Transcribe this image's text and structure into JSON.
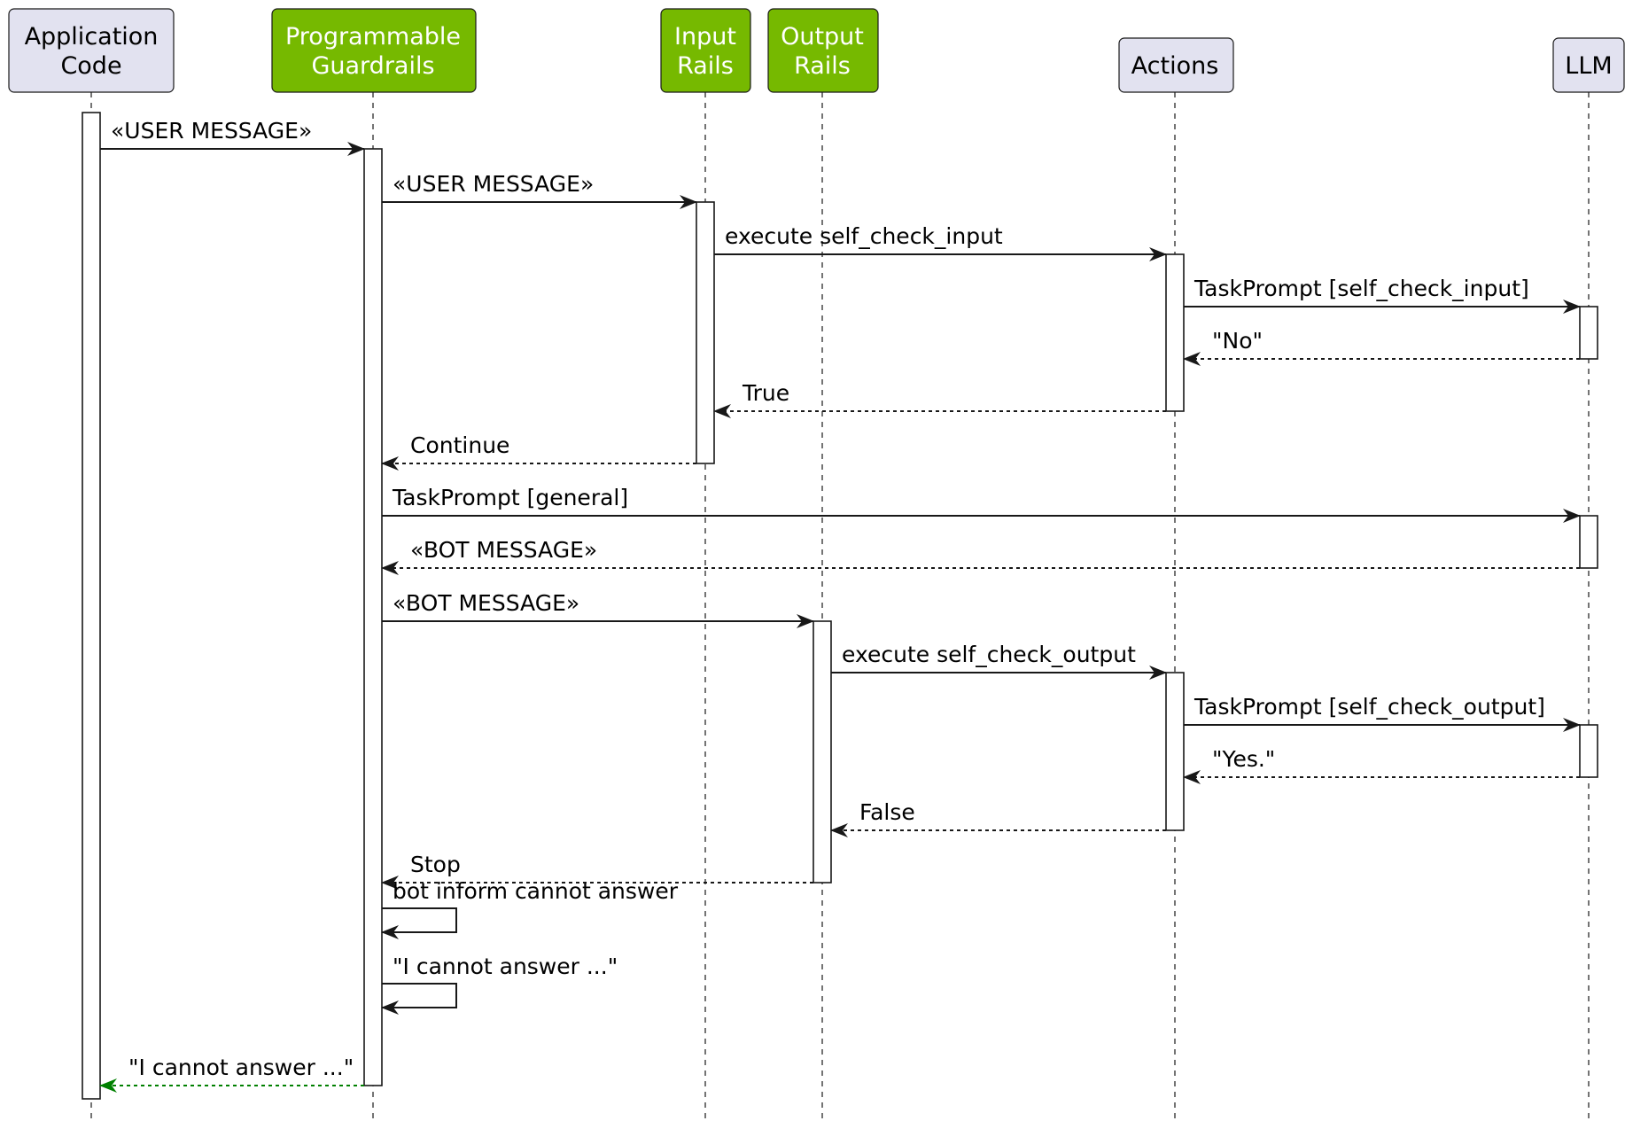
{
  "diagram": {
    "participants": [
      {
        "id": "app",
        "lines": [
          "Application",
          "Code"
        ],
        "fill": "#E2E2F0",
        "text_color": "#000000"
      },
      {
        "id": "guardrails",
        "lines": [
          "Programmable",
          "Guardrails"
        ],
        "fill": "#76B900",
        "text_color": "#FFFFFF"
      },
      {
        "id": "input",
        "lines": [
          "Input",
          "Rails"
        ],
        "fill": "#76B900",
        "text_color": "#FFFFFF"
      },
      {
        "id": "output",
        "lines": [
          "Output",
          "Rails"
        ],
        "fill": "#76B900",
        "text_color": "#FFFFFF"
      },
      {
        "id": "actions",
        "lines": [
          "Actions"
        ],
        "fill": "#E2E2F0",
        "text_color": "#000000"
      },
      {
        "id": "llm",
        "lines": [
          "LLM"
        ],
        "fill": "#E2E2F0",
        "text_color": "#000000"
      }
    ],
    "messages": [
      {
        "from": "app",
        "to": "guardrails",
        "label": "«USER MESSAGE»",
        "style": "solid"
      },
      {
        "from": "guardrails",
        "to": "input",
        "label": "«USER MESSAGE»",
        "style": "solid"
      },
      {
        "from": "input",
        "to": "actions",
        "label": "execute self_check_input",
        "style": "solid"
      },
      {
        "from": "actions",
        "to": "llm",
        "label": "TaskPrompt [self_check_input]",
        "style": "solid"
      },
      {
        "from": "llm",
        "to": "actions",
        "label": "\"No\"",
        "style": "dashed"
      },
      {
        "from": "actions",
        "to": "input",
        "label": "True",
        "style": "dashed"
      },
      {
        "from": "input",
        "to": "guardrails",
        "label": "Continue",
        "style": "dashed"
      },
      {
        "from": "guardrails",
        "to": "llm",
        "label": "TaskPrompt [general]",
        "style": "solid"
      },
      {
        "from": "llm",
        "to": "guardrails",
        "label": "«BOT MESSAGE»",
        "style": "dashed"
      },
      {
        "from": "guardrails",
        "to": "output",
        "label": "«BOT MESSAGE»",
        "style": "solid"
      },
      {
        "from": "output",
        "to": "actions",
        "label": "execute self_check_output",
        "style": "solid"
      },
      {
        "from": "actions",
        "to": "llm",
        "label": "TaskPrompt [self_check_output]",
        "style": "solid"
      },
      {
        "from": "llm",
        "to": "actions",
        "label": "\"Yes.\"",
        "style": "dashed"
      },
      {
        "from": "actions",
        "to": "output",
        "label": "False",
        "style": "dashed"
      },
      {
        "from": "output",
        "to": "guardrails",
        "label": "Stop",
        "style": "dashed"
      },
      {
        "from": "guardrails",
        "to": "guardrails",
        "label": "bot inform cannot answer",
        "style": "self"
      },
      {
        "from": "guardrails",
        "to": "guardrails",
        "label": "\"I cannot answer ...\"",
        "style": "self"
      },
      {
        "from": "guardrails",
        "to": "app",
        "label": "\"I cannot answer ...\"",
        "style": "dashed",
        "color": "#008000"
      }
    ],
    "colors": {
      "line": "#181818",
      "lifeline": "#181818",
      "activation_fill": "#FFFFFF",
      "participant_border": "#181818",
      "return_highlight": "#008000"
    }
  }
}
